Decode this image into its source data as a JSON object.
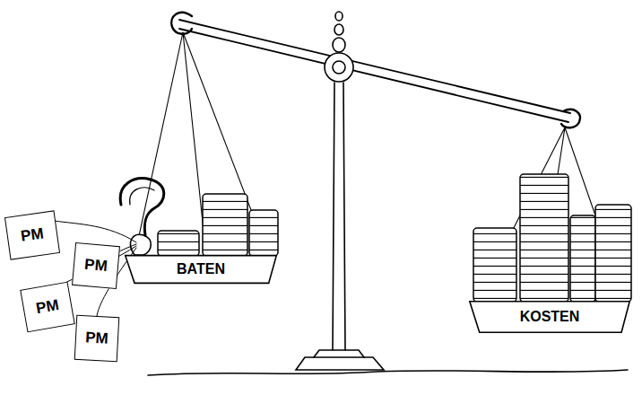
{
  "diagram": {
    "nodes": [
      {
        "text": [
          "PM"
        ]
      },
      {
        "text": [
          "PM"
        ]
      },
      {
        "text": [
          "PM"
        ]
      },
      {
        "text": [
          "PM"
        ]
      },
      {
        "text": [
          "BATEN"
        ]
      },
      {
        "text": [
          "KOSTEN"
        ]
      }
    ]
  }
}
